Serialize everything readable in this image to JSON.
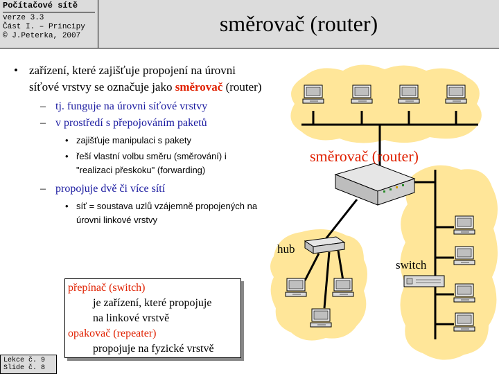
{
  "header": {
    "course": "Počítačové sítě",
    "version": "verze 3.3",
    "part": "Část I. – Principy",
    "copyright": "© J.Peterka, 2007"
  },
  "title": "směrovač (router)",
  "bullets": {
    "main_pre": "zařízení, které zajišťuje propojení na úrovni síťové vrstvy se označuje jako ",
    "main_red": "směrovač",
    "main_post": " (router)",
    "sub1": "tj. funguje na úrovni síťové vrstvy",
    "sub2": "v prostředí s přepojováním paketů",
    "sub2_items": [
      "zajišťuje manipulaci s pakety",
      "řeší vlastní volbu směru (směrování) i \"realizaci přeskoku\" (forwarding)"
    ],
    "sub3": "propojuje dvě či více sítí",
    "sub3_items": [
      "síť = soustava uzlů vzájemně propojených na úrovni linkové vrstvy"
    ]
  },
  "note": {
    "switch_label": "přepínač (switch)",
    "switch_text1": "je zařízení, které propojuje",
    "switch_text2": "na linkové vrstvě",
    "repeater_label": "opakovač (repeater)",
    "repeater_text": "propojuje na fyzické vrstvě"
  },
  "footer": {
    "lesson": "Lekce č. 9",
    "slide": "Slide č. 8"
  },
  "diagram": {
    "router_label": "směrovač (router)",
    "hub_label": "hub",
    "switch_label": "switch"
  },
  "colors": {
    "header_bg": "#dcdcdc",
    "accent_red": "#e02000",
    "blue_text": "#1a1aa0",
    "cloud": "#ffe699"
  }
}
